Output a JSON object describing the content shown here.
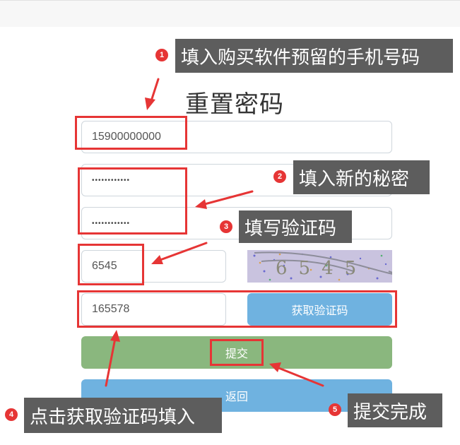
{
  "form": {
    "title": "重置密码",
    "phone_value": "15900000000",
    "password_value": "••••••••••••",
    "confirm_password_value": "••••••••••••",
    "captcha_value": "6545",
    "captcha_image_text": "6545",
    "sms_code_value": "165578",
    "get_code_label": "获取验证码",
    "submit_label": "提交",
    "back_label": "返回"
  },
  "annotations": [
    {
      "number": "1",
      "text": "填入购买软件预留的手机号码"
    },
    {
      "number": "2",
      "text": "填入新的秘密"
    },
    {
      "number": "3",
      "text": "填写验证码"
    },
    {
      "number": "4",
      "text": "点击获取验证码填入"
    },
    {
      "number": "5",
      "text": "提交完成"
    }
  ],
  "colors": {
    "annotation_red": "#e63535",
    "callout_bg": "#5d5d5d",
    "primary_blue": "#6fb2e0",
    "submit_green": "#8ab77e"
  }
}
